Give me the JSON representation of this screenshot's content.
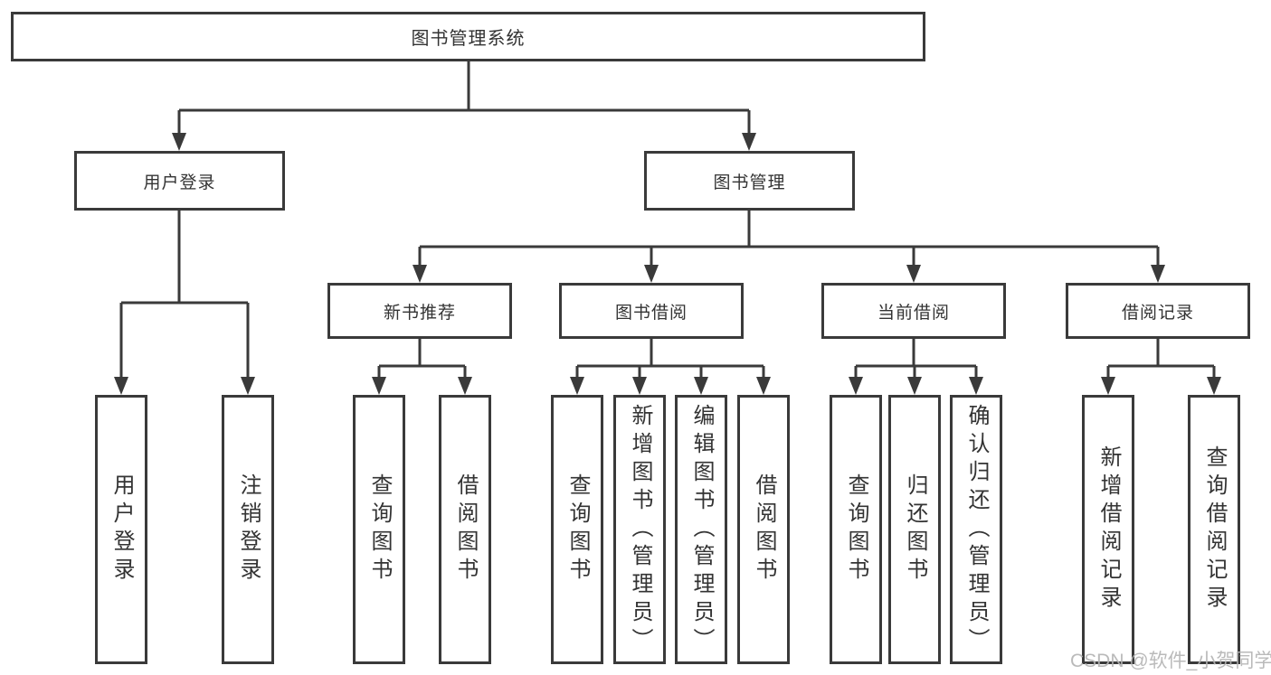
{
  "colors": {
    "line": "#3a3a3a",
    "text": "#333333",
    "watermark": "#b3b3b3",
    "background": "#ffffff"
  },
  "tree": {
    "root": {
      "label": "图书管理系统"
    },
    "branches": [
      {
        "label": "用户登录",
        "children": [
          {
            "label": "用户登录"
          },
          {
            "label": "注销登录"
          }
        ]
      },
      {
        "label": "图书管理",
        "children": [
          {
            "label": "新书推荐",
            "children": [
              {
                "label": "查询图书"
              },
              {
                "label": "借阅图书"
              }
            ]
          },
          {
            "label": "图书借阅",
            "children": [
              {
                "label": "查询图书"
              },
              {
                "label": "新增图书（管理员）"
              },
              {
                "label": "编辑图书（管理员）"
              },
              {
                "label": "借阅图书"
              }
            ]
          },
          {
            "label": "当前借阅",
            "children": [
              {
                "label": "查询图书"
              },
              {
                "label": "归还图书"
              },
              {
                "label": "确认归还（管理员）"
              }
            ]
          },
          {
            "label": "借阅记录",
            "children": [
              {
                "label": "新增借阅记录"
              },
              {
                "label": "查询借阅记录"
              }
            ]
          }
        ]
      }
    ]
  },
  "watermark": {
    "text": "CSDN @软件_小贺同学"
  }
}
